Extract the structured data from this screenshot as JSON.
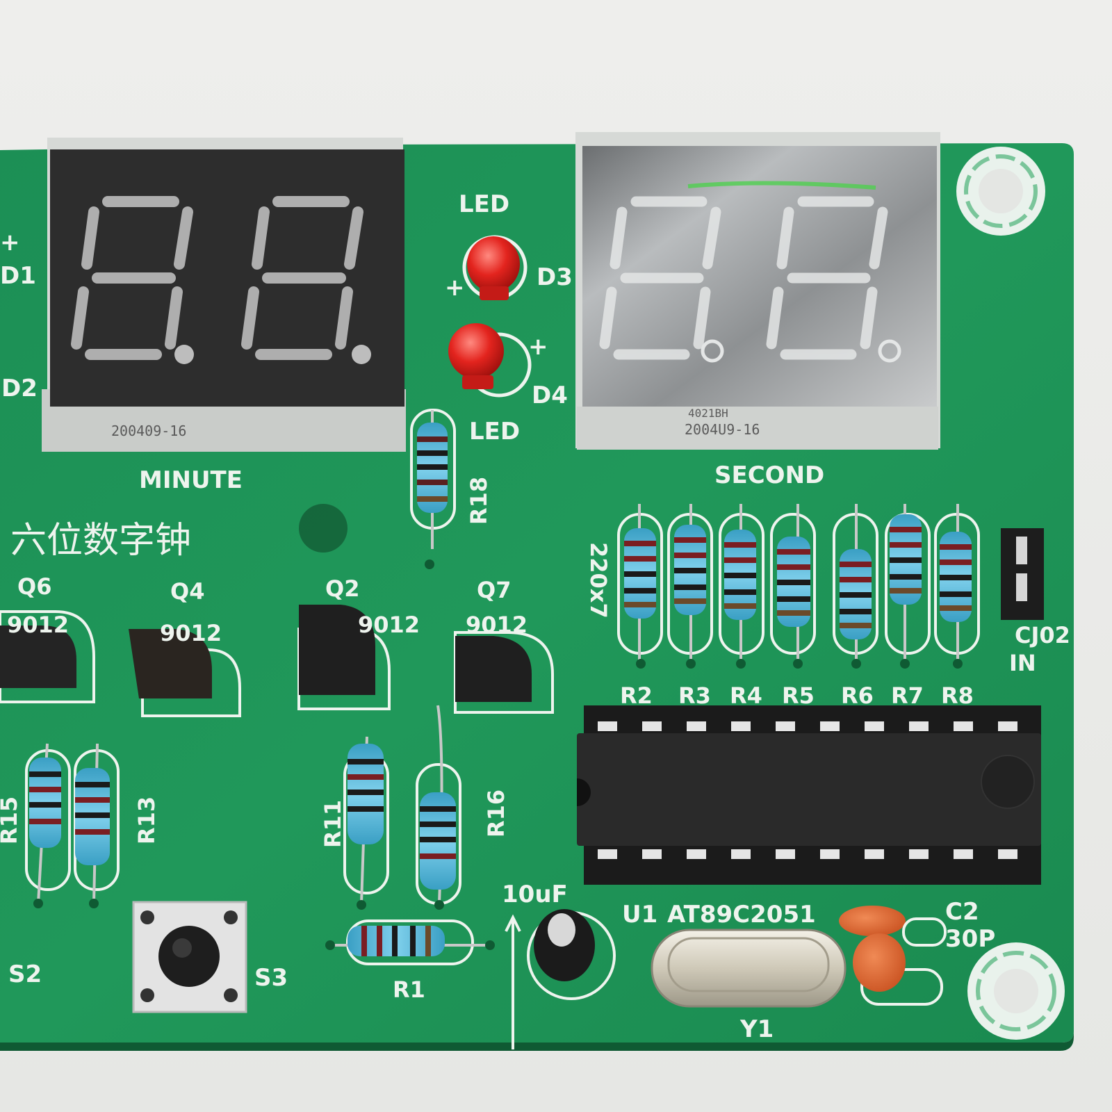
{
  "board": {
    "title_cn": "六位数字钟",
    "minute_label": "MINUTE",
    "second_label": "SECOND",
    "display_stamp_left": "200409-16",
    "display_stamp_right": "2004U9-16",
    "display_stamp_right_top": "4021BH"
  },
  "leds": {
    "label_top": "LED",
    "label_bottom": "LED",
    "d3": "D3",
    "d4": "D4",
    "plus": "+",
    "d1": "D1",
    "d2": "D2"
  },
  "transistors": [
    {
      "ref": "Q6",
      "part": "9012"
    },
    {
      "ref": "Q4",
      "part": "9012"
    },
    {
      "ref": "Q2",
      "part": "9012"
    },
    {
      "ref": "Q7",
      "part": "9012"
    }
  ],
  "resistors": {
    "r18": "R18",
    "network_value": "220x7",
    "row": [
      "R2",
      "R3",
      "R4",
      "R5",
      "R6",
      "R7",
      "R8"
    ],
    "r13": "R13",
    "r15": "R15",
    "r11": "R11",
    "r16": "R16",
    "r1": "R1"
  },
  "connector": {
    "ref": "CJ02",
    "label": "IN"
  },
  "ic": {
    "ref": "U1",
    "part": "AT89C2051"
  },
  "capacitors": {
    "c3_value": "10uF",
    "c2_ref": "C2",
    "c2_value": "30P"
  },
  "crystal": {
    "ref": "Y1"
  },
  "switches": {
    "s2": "S2",
    "s3": "S3"
  },
  "colors": {
    "pcb": "#1f9157",
    "silkscreen": "#eef4ee",
    "display_body": "#2b2b2b",
    "led_red": "#e0201c",
    "resistor_body": "#4fb5d8"
  }
}
